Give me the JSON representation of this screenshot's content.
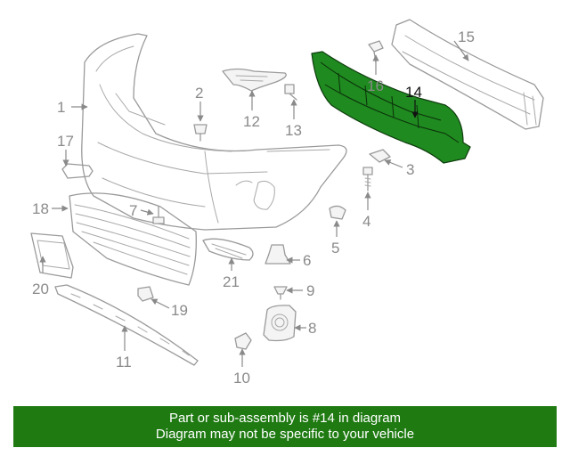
{
  "diagram": {
    "highlighted_part": "14",
    "highlight_color": "#1f8a1f",
    "callouts": {
      "c1": "1",
      "c2": "2",
      "c3": "3",
      "c4": "4",
      "c5": "5",
      "c6": "6",
      "c7": "7",
      "c8": "8",
      "c9": "9",
      "c10": "10",
      "c11": "11",
      "c12": "12",
      "c13": "13",
      "c14": "14",
      "c15": "15",
      "c16": "16",
      "c17": "17",
      "c18": "18",
      "c19": "19",
      "c20": "20",
      "c21": "21"
    }
  },
  "banner": {
    "line1": "Part or sub-assembly is #14 in diagram",
    "line2": "Diagram may not be specific to your vehicle",
    "background": "#1f7a12"
  }
}
